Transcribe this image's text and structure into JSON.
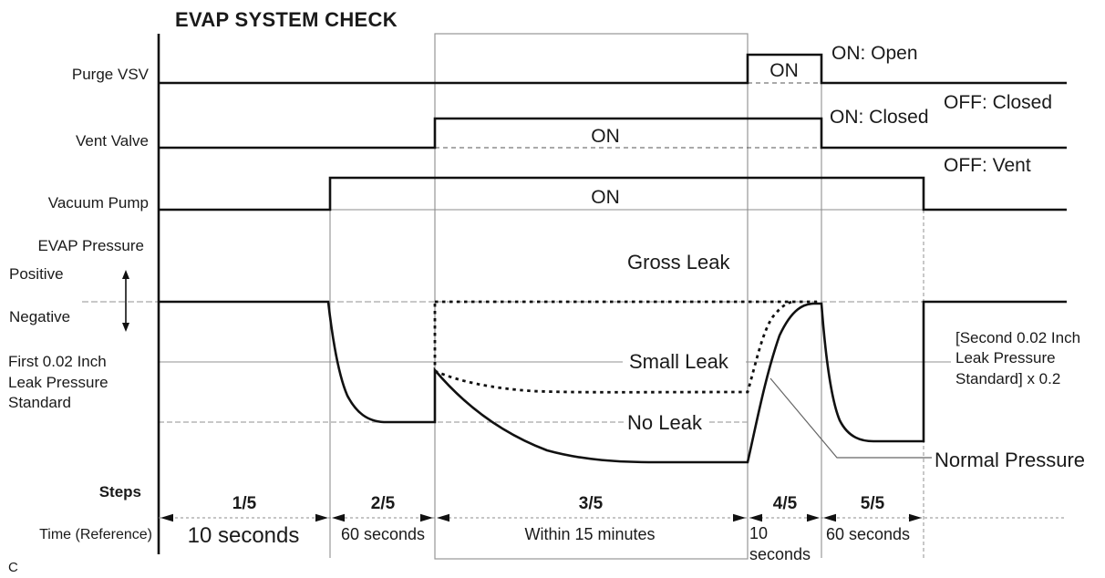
{
  "title": "EVAP SYSTEM CHECK",
  "signals": {
    "purge_vsv": {
      "label": "Purge VSV",
      "on_text": "ON",
      "legend_on": "ON: Open",
      "legend_off": "OFF: Closed"
    },
    "vent_valve": {
      "label": "Vent Valve",
      "on_text": "ON",
      "legend_on": "ON: Closed",
      "legend_off": "OFF: Vent"
    },
    "vacuum_pump": {
      "label": "Vacuum Pump",
      "on_text": "ON"
    }
  },
  "pressure": {
    "label": "EVAP Pressure",
    "positive_label": "Positive",
    "negative_label": "Negative",
    "first_standard_lines": [
      "First 0.02 Inch",
      "Leak Pressure",
      "Standard"
    ],
    "second_standard_lines": [
      "[Second 0.02 Inch",
      "Leak Pressure",
      "Standard] x 0.2"
    ],
    "curves": {
      "gross_leak": "Gross Leak",
      "small_leak": "Small Leak",
      "no_leak": "No Leak",
      "normal": "Normal Pressure"
    }
  },
  "steps": {
    "header": "Steps",
    "time_header": "Time (Reference)",
    "items": [
      {
        "step": "1/5",
        "time": "10 seconds"
      },
      {
        "step": "2/5",
        "time": "60 seconds"
      },
      {
        "step": "3/5",
        "time": "Within 15 minutes"
      },
      {
        "step": "4/5",
        "time": "10 seconds",
        "time_lines": [
          "10",
          "seconds"
        ]
      },
      {
        "step": "5/5",
        "time": "60 seconds"
      }
    ]
  },
  "footnote": "C"
}
